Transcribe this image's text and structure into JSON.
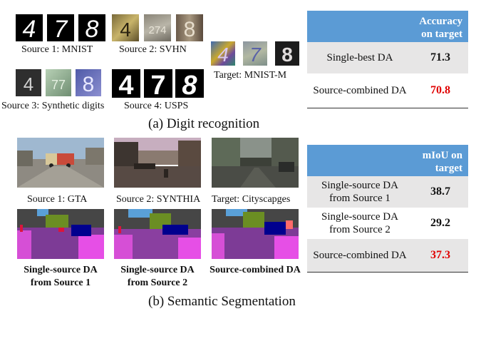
{
  "digits": {
    "source1_label": "Source 1: MNIST",
    "source2_label": "Source 2: SVHN",
    "source3_label": "Source 3: Synthetic digits",
    "source4_label": "Source 4: USPS",
    "target_label": "Target: MNIST-M",
    "caption": "(a) Digit recognition",
    "mnist_digits": [
      "4",
      "7",
      "8"
    ],
    "svhn_digits": [
      "4",
      "274",
      "8"
    ],
    "synth_digits": [
      "4",
      "77",
      "8"
    ],
    "usps_digits": [
      "4",
      "7",
      "8"
    ],
    "mnistm_digits": [
      "4",
      "7",
      "8"
    ],
    "table": {
      "header": "Accuracy on target",
      "rows": [
        {
          "method": "Single-best DA",
          "value": "71.3"
        },
        {
          "method": "Source-combined DA",
          "value": "70.8"
        }
      ]
    }
  },
  "segmentation": {
    "source1_label": "Source 1: GTA",
    "source2_label": "Source 2: SYNTHIA",
    "target_label": "Target: Cityscapges",
    "result1_label": "Single-source DA from Source 1",
    "result2_label": "Single-source DA from Source 2",
    "result3_label": "Source-combined DA",
    "caption": "(b) Semantic Segmentation",
    "table": {
      "header": "mIoU on target",
      "rows": [
        {
          "method": "Single-source DA from Source 1",
          "value": "38.7"
        },
        {
          "method": "Single-source DA from Source 2",
          "value": "29.2"
        },
        {
          "method": "Source-combined DA",
          "value": "37.3"
        }
      ]
    }
  },
  "colors": {
    "table_header": "#5b9bd5",
    "shade_row": "#e7e6e6",
    "highlight_value": "#e00000"
  }
}
